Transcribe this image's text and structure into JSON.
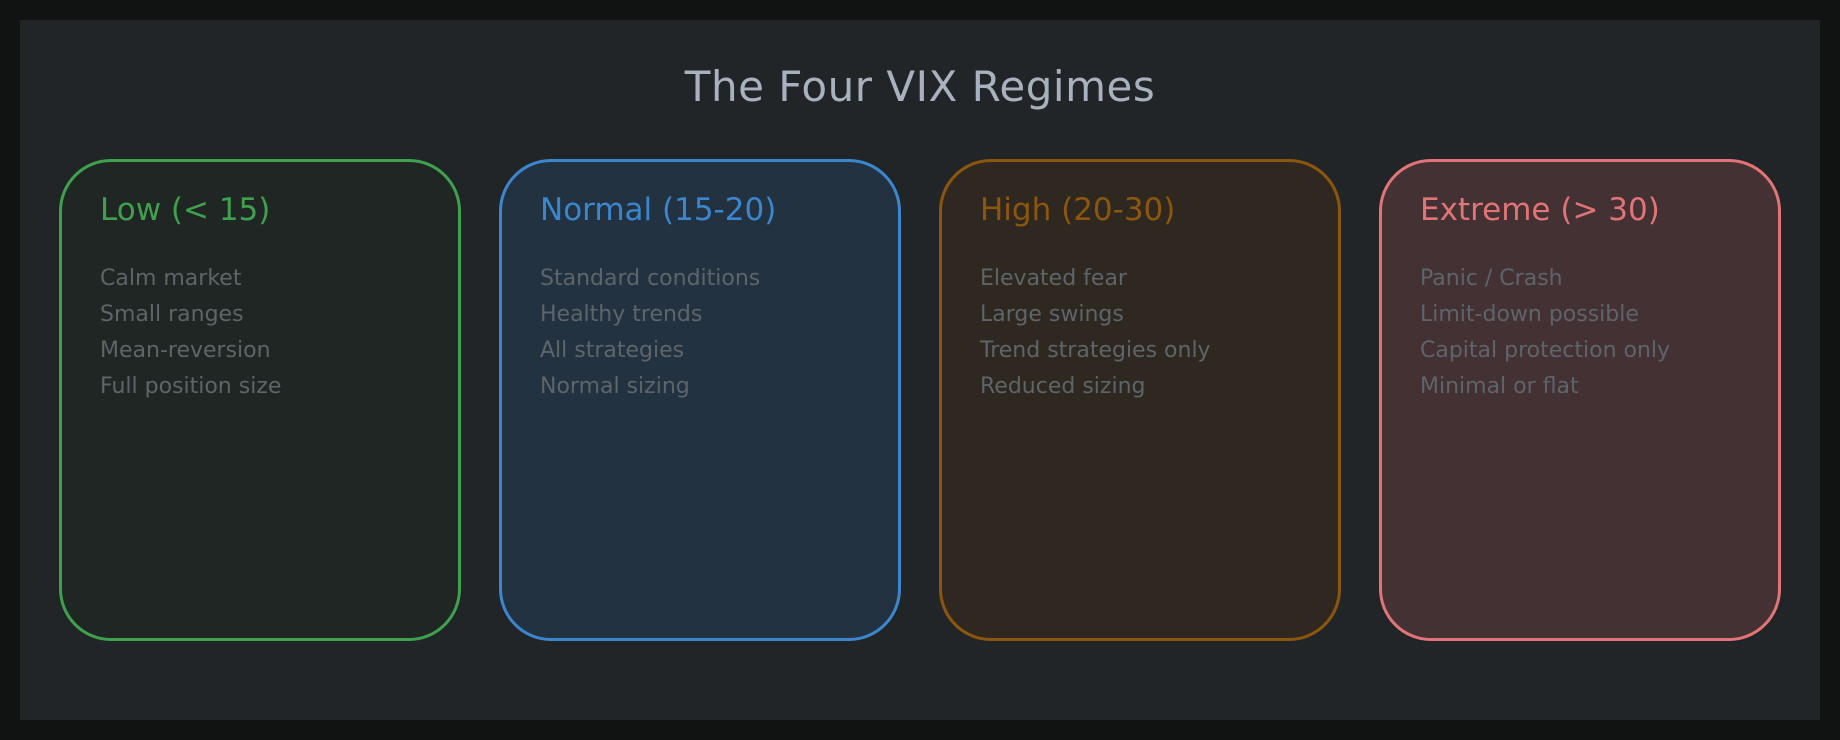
{
  "diagram": {
    "title": "The Four VIX Regimes",
    "cards": [
      {
        "title": "Low (< 15)",
        "accent": "#3fa04e",
        "fill": "#1f2623",
        "lines": [
          "Calm market",
          "Small ranges",
          "Mean-reversion",
          "Full position size"
        ]
      },
      {
        "title": "Normal (15-20)",
        "accent": "#3b86cc",
        "fill": "#233240",
        "lines": [
          "Standard conditions",
          "Healthy trends",
          "All strategies",
          "Normal sizing"
        ]
      },
      {
        "title": "High (20-30)",
        "accent": "#8c560f",
        "fill": "#2e2820",
        "lines": [
          "Elevated fear",
          "Large swings",
          "Trend strategies only",
          "Reduced sizing"
        ]
      },
      {
        "title": "Extreme (> 30)",
        "accent": "#e07476",
        "fill": "#433134",
        "lines": [
          "Panic / Crash",
          "Limit-down possible",
          "Capital protection only",
          "Minimal or flat"
        ]
      }
    ]
  }
}
